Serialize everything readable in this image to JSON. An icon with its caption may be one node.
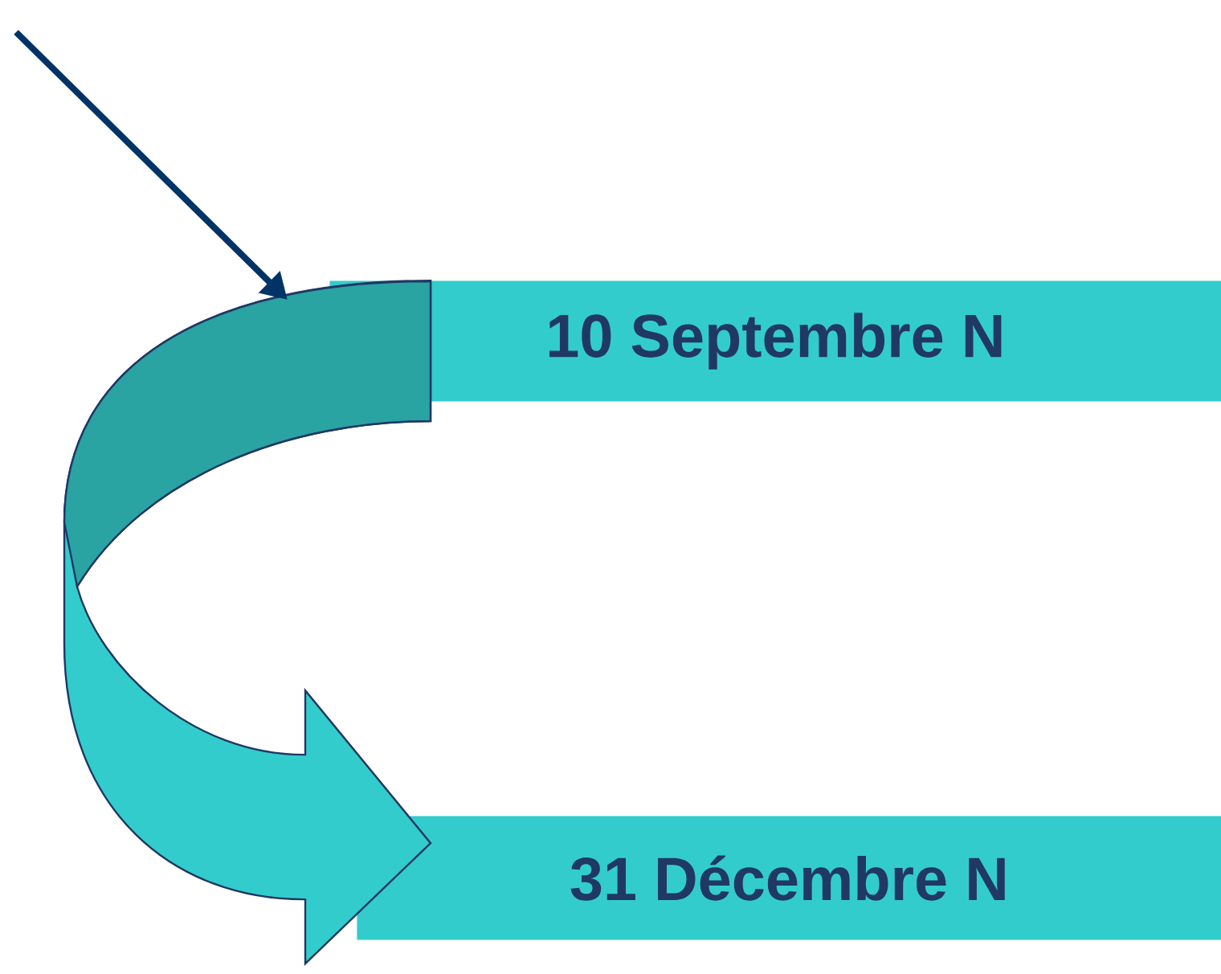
{
  "diagram": {
    "nodes": [
      {
        "text": [
          "10 Septembre N"
        ]
      },
      {
        "text": [
          "31 Décembre N"
        ]
      }
    ],
    "edges": [
      {
        "from": 0,
        "to": 1,
        "arrow": "to",
        "style": "thick"
      },
      {
        "from": null,
        "to": 0,
        "arrow": "to"
      }
    ]
  }
}
